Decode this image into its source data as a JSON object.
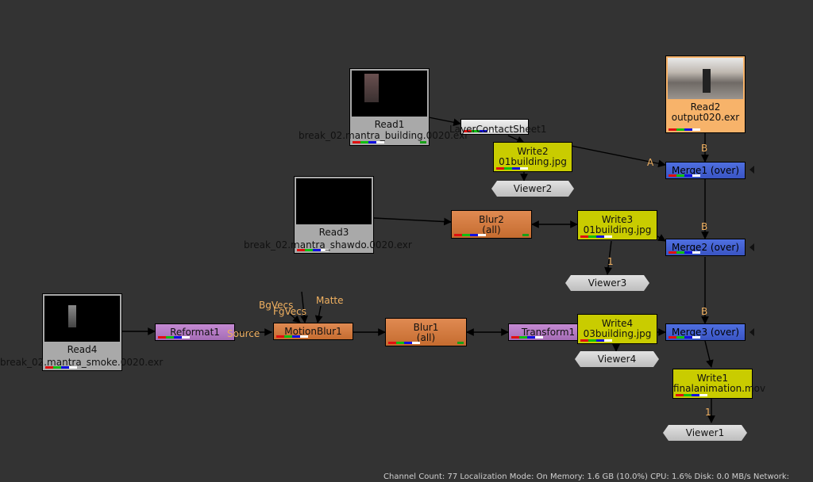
{
  "nodes": {
    "read1": {
      "title": "Read1",
      "file": "break_02.mantra_building.0020.exr"
    },
    "read2": {
      "title": "Read2",
      "file": "output020.exr"
    },
    "read3": {
      "title": "Read3",
      "file": "break_02.mantra_shawdo.0020.exr"
    },
    "read4": {
      "title": "Read4",
      "file": "break_02.mantra_smoke.0020.exr"
    },
    "layer_contact_sheet": {
      "title": "LayerContactSheet1"
    },
    "write2": {
      "title": "Write2",
      "file": "01building.jpg"
    },
    "write3": {
      "title": "Write3",
      "file": "01building.jpg"
    },
    "write4": {
      "title": "Write4",
      "file": "03building.jpg"
    },
    "write1": {
      "title": "Write1",
      "file": "finalanimation.mov"
    },
    "blur2": {
      "title": "Blur2",
      "sub": "(all)"
    },
    "blur1": {
      "title": "Blur1",
      "sub": "(all)"
    },
    "reformat1": {
      "title": "Reformat1"
    },
    "motionblur1": {
      "title": "MotionBlur1"
    },
    "transform1": {
      "title": "Transform1"
    },
    "merge1": {
      "title": "Merge1 (over)"
    },
    "merge2": {
      "title": "Merge2 (over)"
    },
    "merge3": {
      "title": "Merge3 (over)"
    },
    "viewer1": {
      "title": "Viewer1"
    },
    "viewer2": {
      "title": "Viewer2"
    },
    "viewer3": {
      "title": "Viewer3"
    },
    "viewer4": {
      "title": "Viewer4"
    }
  },
  "pins": {
    "a": "A",
    "b1": "B",
    "b2": "B",
    "b3": "B",
    "one_a": "1",
    "one_b": "1",
    "bgvecs": "BgVecs",
    "fgvecs": "FgVecs",
    "matte": "Matte",
    "source": "Source"
  },
  "status": {
    "text": "Channel Count: 77  Localization Mode: On  Memory: 1.6 GB (10.0%) CPU: 1.6% Disk: 0.0 MB/s Network:"
  },
  "colors": {
    "background": "#333333",
    "read_node": "#a9a9a9",
    "write_node": "#c9cc00",
    "blur_node": "#c56c30",
    "merge_node": "#3a55c4",
    "reformat_node": "#a46cb5",
    "pin_label": "#f0b060"
  }
}
